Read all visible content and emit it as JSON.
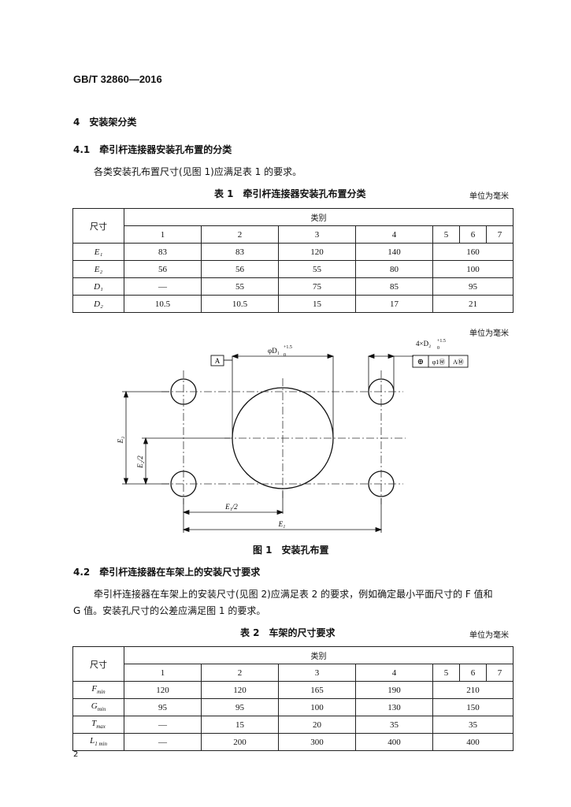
{
  "header": {
    "standard_no": "GB/T 32860—2016"
  },
  "section4": {
    "title": "4　安装架分类"
  },
  "section41": {
    "title": "4.1　牵引杆连接器安装孔布置的分类",
    "para": "各类安装孔布置尺寸(见图 1)应满足表 1 的要求。"
  },
  "table1": {
    "caption": "表 1　牵引杆连接器安装孔布置分类",
    "unit": "单位为毫米",
    "col_header": "尺寸",
    "cat_header": "类别",
    "categories": [
      "1",
      "2",
      "3",
      "4",
      "5",
      "6",
      "7"
    ],
    "rows": [
      {
        "label": "E₁",
        "v": [
          "83",
          "83",
          "120",
          "140",
          "160"
        ]
      },
      {
        "label": "E₂",
        "v": [
          "56",
          "56",
          "55",
          "80",
          "100"
        ]
      },
      {
        "label": "D₁",
        "v": [
          "—",
          "55",
          "75",
          "85",
          "95"
        ]
      },
      {
        "label": "D₂",
        "v": [
          "10.5",
          "10.5",
          "15",
          "17",
          "21"
        ]
      }
    ]
  },
  "figure1": {
    "unit": "单位为毫米",
    "caption": "图 1　安装孔布置",
    "datum": "A",
    "dia_label": "φD₁",
    "dia_tol": "+1.5",
    "dia_tol_low": "0",
    "holes_label": "4×D₂",
    "holes_tol": "+1.5",
    "holes_tol_low": "0",
    "fcf_position": "⊕",
    "fcf_tol": "φ1Ⓜ",
    "fcf_datum": "AⓂ",
    "dim_e2": "E₂",
    "dim_e2_half": "E₂/2",
    "dim_e1_half": "E₁/2",
    "dim_e1": "E₁"
  },
  "section42": {
    "title": "4.2　牵引杆连接器在车架上的安装尺寸要求",
    "para_line1": "牵引杆连接器在车架上的安装尺寸(见图 2)应满足表 2 的要求，例如确定最小平面尺寸的 F 值和",
    "para_line2": "G 值。安装孔尺寸的公差应满足图 1 的要求。"
  },
  "table2": {
    "caption": "表 2　车架的尺寸要求",
    "unit": "单位为毫米",
    "col_header": "尺寸",
    "cat_header": "类别",
    "categories": [
      "1",
      "2",
      "3",
      "4",
      "5",
      "6",
      "7"
    ],
    "rows": [
      {
        "label": "F",
        "sub": "min",
        "v": [
          "120",
          "120",
          "165",
          "190",
          "210"
        ]
      },
      {
        "label": "G",
        "sub": "min",
        "v": [
          "95",
          "95",
          "100",
          "130",
          "150"
        ]
      },
      {
        "label": "T",
        "sub": "max",
        "v": [
          "—",
          "15",
          "20",
          "35",
          "35"
        ]
      },
      {
        "label": "L",
        "sub": "1 min",
        "v": [
          "—",
          "200",
          "300",
          "400",
          "400"
        ]
      }
    ]
  },
  "footer": {
    "page_number": "2"
  }
}
